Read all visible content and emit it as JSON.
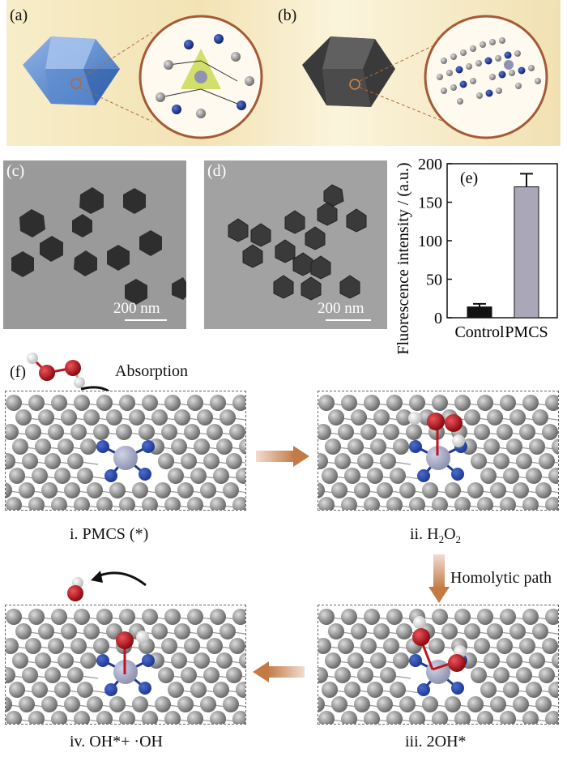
{
  "panels": {
    "a": "(a)",
    "b": "(b)",
    "c": "(c)",
    "d": "(d)",
    "e": "(e)",
    "f": "(f)"
  },
  "scalebars": {
    "c": "200 nm",
    "d": "200 nm"
  },
  "chart_data": {
    "type": "bar",
    "categories": [
      "Control",
      "PMCS"
    ],
    "values": [
      14,
      170
    ],
    "errors": [
      4,
      17
    ],
    "ylabel": "Fluorescence intensity / (a.u.)",
    "ylim": [
      0,
      200
    ],
    "yticks": [
      0,
      50,
      100,
      150,
      200
    ],
    "colors": [
      "#111111",
      "#a9a7b8"
    ]
  },
  "mechanism": {
    "absorption": "Absorption",
    "homolytic": "Homolytic path",
    "steps": [
      {
        "label": "i. PMCS (*)"
      },
      {
        "label_prefix": "ii. H",
        "sub1": "2",
        "mid": "O",
        "sub2": "2"
      },
      {
        "label": "iii. 2OH*"
      },
      {
        "label": "iv. OH*+ ·OH"
      }
    ]
  },
  "colors": {
    "carbon": "#8c8c8c",
    "nitrogen": "#1f3a93",
    "metal": "#8f93b0",
    "oxygen": "#c0141c",
    "hydrogen": "#ffffff",
    "arrow": "#c8804f"
  }
}
